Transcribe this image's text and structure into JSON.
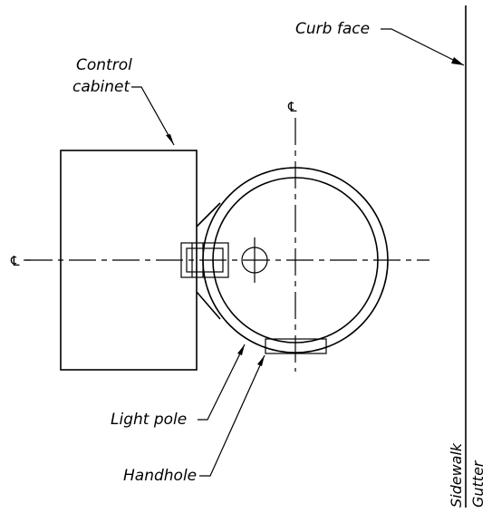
{
  "labels": {
    "curb_face": "Curb face",
    "control_cabinet_line1": "Control",
    "control_cabinet_line2": "cabinet",
    "light_pole": "Light pole",
    "handhole": "Handhole",
    "sidewalk": "Sidewalk",
    "gutter": "Gutter",
    "centerline_symbol": "℄"
  }
}
